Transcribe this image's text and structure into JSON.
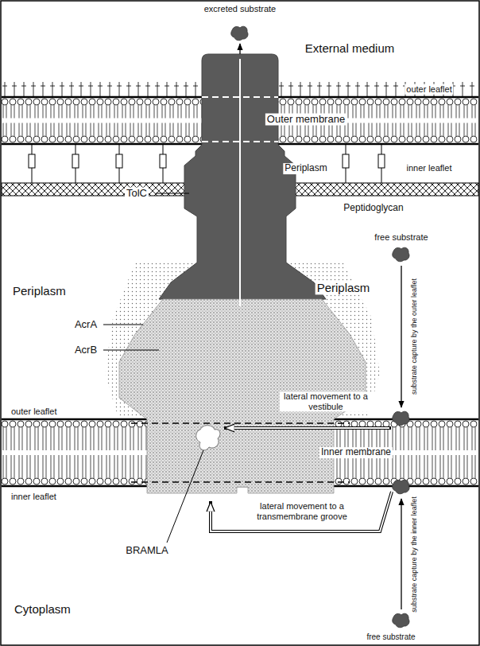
{
  "diagram": {
    "labels": [
      "excreted substrate",
      "External medium",
      "outer leaflet",
      "Outer membrane",
      "Periplasm",
      "inner leaflet",
      "Peptidoglycan",
      "TolC",
      "free substrate",
      "Periplasm",
      "Periplasm",
      "AcrA",
      "substrate capture by the outer leaflet",
      "AcrB",
      "lateral movement to a vestibule",
      "outer leaflet",
      "Inner membrane",
      "inner leaflet",
      "BRAMLA",
      "lateral movement to a transmembrane groove",
      "substrate capture by the inner leaflet",
      "Cytoplasm",
      "free substrate"
    ]
  }
}
